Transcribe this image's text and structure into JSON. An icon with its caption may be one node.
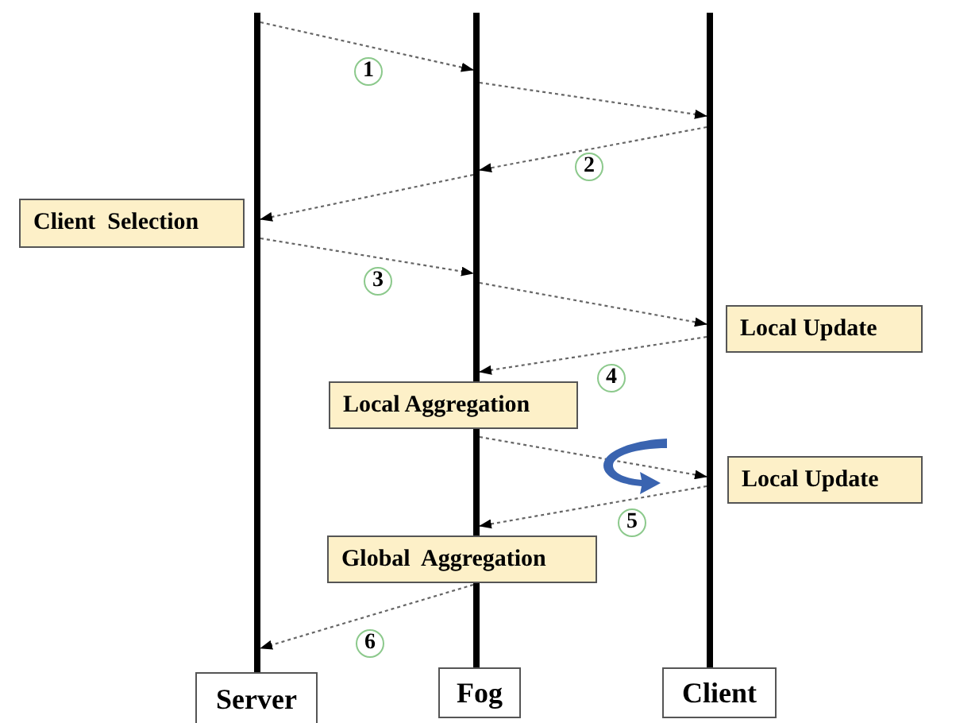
{
  "diagram": {
    "nodes": [
      {
        "text": [],
        "shape": "bar"
      },
      {
        "text": [],
        "shape": "bar"
      },
      {
        "text": [],
        "shape": "bar"
      },
      {
        "text": [
          "Client  Selection"
        ]
      },
      {
        "text": [
          "Local Update"
        ]
      },
      {
        "text": [
          "Local Aggregation"
        ]
      },
      {
        "text": [
          "Local Update"
        ]
      },
      {
        "text": [
          "Global  Aggregation"
        ]
      },
      {
        "text": [
          "Server"
        ]
      },
      {
        "text": [
          "Fog"
        ]
      },
      {
        "text": [
          "Client"
        ]
      }
    ],
    "edges": [
      {
        "from": 0,
        "to": 1,
        "arrow": "to",
        "label": "1"
      },
      {
        "from": 1,
        "to": 2,
        "arrow": "to"
      },
      {
        "from": 2,
        "to": 1,
        "arrow": "to",
        "label": "2"
      },
      {
        "from": 1,
        "to": 0,
        "arrow": "to"
      },
      {
        "from": 0,
        "to": 1,
        "arrow": "to",
        "label": "3"
      },
      {
        "from": 1,
        "to": 2,
        "arrow": "to"
      },
      {
        "from": 2,
        "to": 1,
        "arrow": "to",
        "label": "4"
      },
      {
        "from": 1,
        "to": 2,
        "arrow": "to"
      },
      {
        "from": 2,
        "to": 1,
        "arrow": "to",
        "label": "5"
      },
      {
        "from": 1,
        "to": 0,
        "arrow": "to",
        "label": "6"
      }
    ]
  }
}
